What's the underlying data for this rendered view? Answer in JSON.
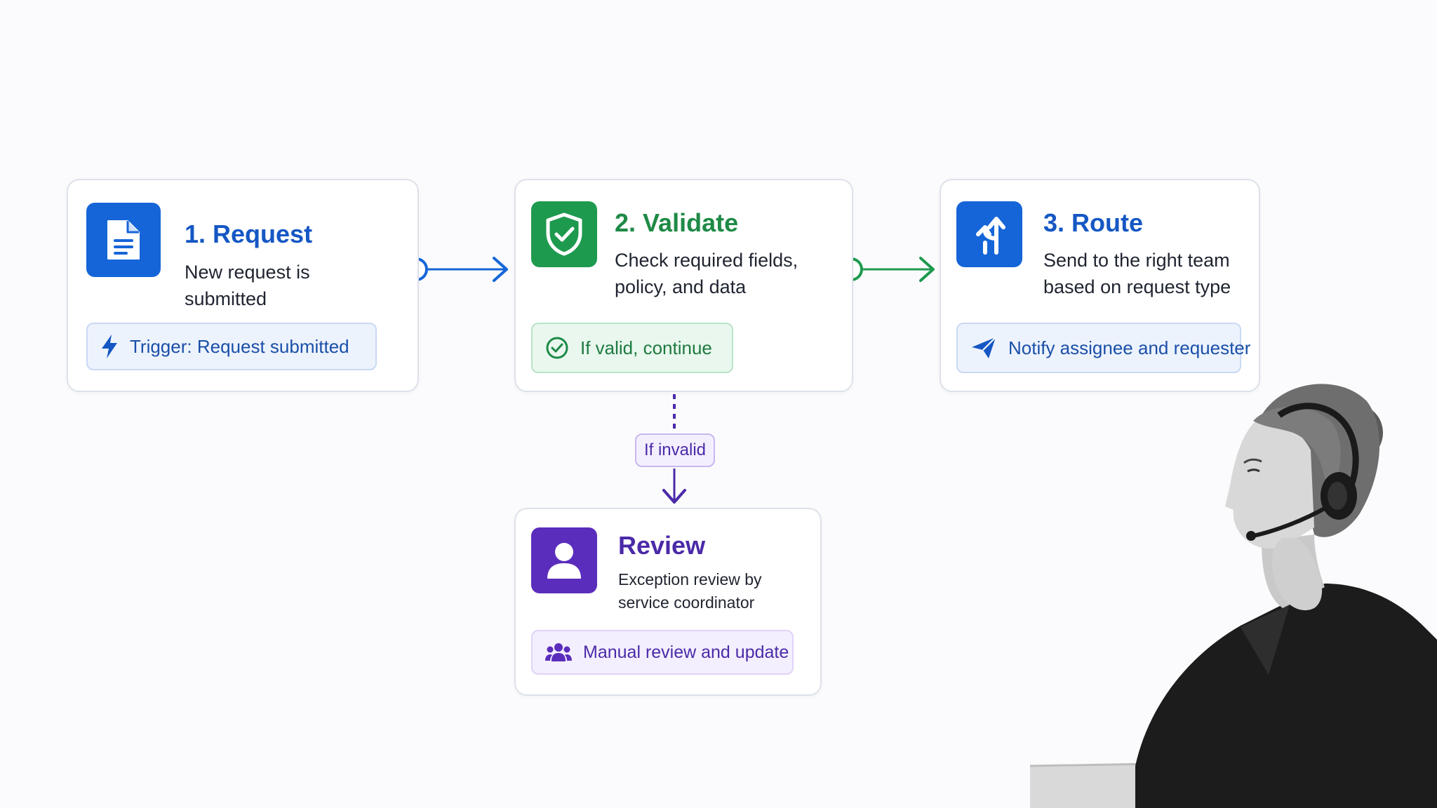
{
  "steps": {
    "request": {
      "title": "1. Request",
      "desc_line1": "New request is",
      "desc_line2": "submitted",
      "chip": "Trigger: Request submitted",
      "icon": "document-icon",
      "chip_icon": "lightning-icon",
      "accent": "#1565d8"
    },
    "validate": {
      "title": "2. Validate",
      "desc_line1": "Check required fields,",
      "desc_line2": "policy, and data",
      "chip": "If valid, continue",
      "icon": "shield-check-icon",
      "chip_icon": "check-circle-icon",
      "accent": "#1e9a4e"
    },
    "route": {
      "title": "3. Route",
      "desc_line1": "Send to the right team",
      "desc_line2": "based on request type",
      "chip": "Notify assignee and requester",
      "icon": "route-arrows-icon",
      "chip_icon": "paper-plane-icon",
      "accent": "#1565d8"
    },
    "review": {
      "title": "Review",
      "desc_line1": "Exception review by",
      "desc_line2": "service coordinator",
      "chip": "Manual review and update",
      "icon": "person-icon",
      "chip_icon": "group-icon",
      "accent": "#5b2dbd"
    }
  },
  "branch_label": "If invalid",
  "photo": {
    "icon": "support-agent-with-headset"
  }
}
